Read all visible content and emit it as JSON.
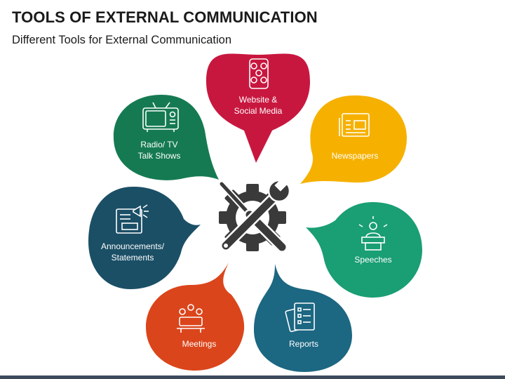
{
  "title": "TOOLS OF EXTERNAL COMMUNICATION",
  "subtitle": "Different Tools for External Communication",
  "center_icon": "wrench-screwdriver-gear-icon",
  "tools": [
    {
      "lines": [
        "Website &",
        "Social Media"
      ],
      "color": "#c8173f",
      "icon": "smartphone-social-icon"
    },
    {
      "lines": [
        "Newspapers"
      ],
      "color": "#f6b100",
      "icon": "newspaper-icon"
    },
    {
      "lines": [
        "Speeches"
      ],
      "color": "#1a9e74",
      "icon": "podium-speaker-icon"
    },
    {
      "lines": [
        "Reports"
      ],
      "color": "#1c6782",
      "icon": "report-documents-icon"
    },
    {
      "lines": [
        "Meetings"
      ],
      "color": "#db451b",
      "icon": "meeting-table-icon"
    },
    {
      "lines": [
        "Announcements/",
        "Statements"
      ],
      "color": "#1b4f66",
      "icon": "megaphone-notice-icon"
    },
    {
      "lines": [
        "Radio/ TV",
        "Talk Shows"
      ],
      "color": "#157a52",
      "icon": "tv-radio-icon"
    }
  ],
  "bottom_bar_color": "#3c4a5c"
}
